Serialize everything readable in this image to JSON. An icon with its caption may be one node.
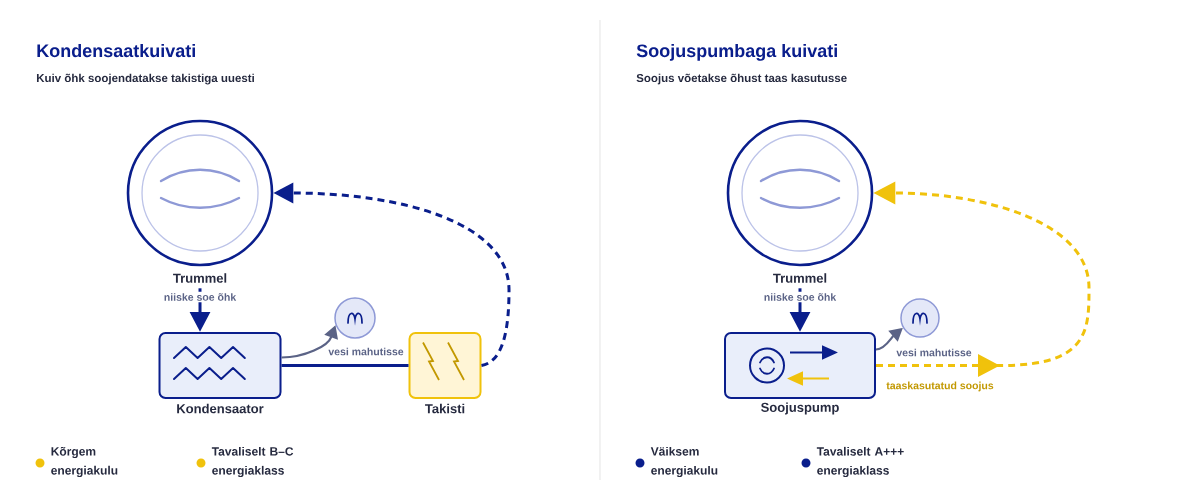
{
  "diagram": {
    "nodes": [
      {
        "text": [
          "Trummel"
        ]
      },
      {
        "text": [
          "Kondensaator"
        ]
      },
      {
        "text": [],
        "shape": "circle"
      },
      {
        "text": [
          "Takisti"
        ]
      },
      {
        "text": [
          "Trummel"
        ]
      },
      {
        "text": [
          "Soojuspump"
        ]
      },
      {
        "text": [],
        "shape": "circle"
      }
    ],
    "edges": [
      {
        "from": 0,
        "to": 1,
        "arrow": "to",
        "label": "niiske soe õhk"
      },
      {
        "from": 1,
        "to": 2,
        "arrow": "to",
        "label": "vesi mahutisse",
        "color": "#5b6386"
      },
      {
        "from": 1,
        "to": 3,
        "arrow": "none"
      },
      {
        "from": 3,
        "to": 0,
        "arrow": "to",
        "style": "dashed"
      },
      {
        "from": 4,
        "to": 5,
        "arrow": "to",
        "label": "niiske soe õhk"
      },
      {
        "from": 5,
        "to": 6,
        "arrow": "to",
        "label": "vesi mahutisse",
        "color": "#5b6386"
      },
      {
        "from": 5,
        "to": 4,
        "arrow": "to",
        "label": "taaskasutatud soojus",
        "style": "dashed",
        "color": "#f0c20c"
      }
    ],
    "labels": [
      "Kondensaatkuivati",
      "Kuiv õhk soojendatakse takistiga uuesti",
      "Soojuspumbaga kuivati",
      "Soojus võetakse õhust taas kasutusse"
    ],
    "legend": [
      {
        "text": "Kõrgem energiakulu",
        "color": "#f0c20c"
      },
      {
        "text": "Tavaliselt B–C energiaklass",
        "color": "#f0c20c"
      },
      {
        "text": "Väiksem energiakulu",
        "color": "#0a1e8c"
      },
      {
        "text": "Tavaliselt A+++ energiaklass",
        "color": "#0a1e8c"
      }
    ]
  }
}
